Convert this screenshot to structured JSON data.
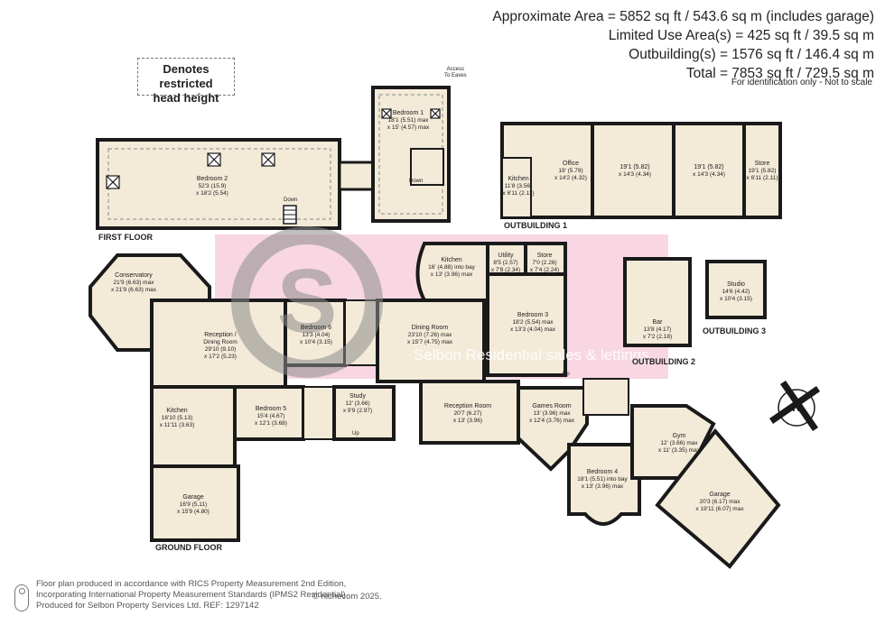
{
  "areas": [
    "Approximate Area = 5852 sq ft / 543.6 sq m (includes garage)",
    "Limited Use Area(s) = 425 sq ft / 39.5 sq m",
    "Outbuilding(s) = 1576 sq ft / 146.4 sq m",
    "Total = 7853 sq ft / 729.5 sq m"
  ],
  "identification_note": "For identification only - Not to scale",
  "restricted_key": [
    "Denotes restricted",
    "head height"
  ],
  "floor_labels": {
    "first": "FIRST FLOOR",
    "ground": "GROUND FLOOR",
    "outbuilding1": "OUTBUILDING 1",
    "outbuilding2": "OUTBUILDING 2",
    "outbuilding3": "OUTBUILDING 3"
  },
  "north": "N",
  "watermark": "Selbon Residential sales & lettings",
  "rooms": {
    "bedroom2": [
      "Bedroom 2",
      "52'3 (15.9)",
      "x 18'2 (5.54)"
    ],
    "bedroom1": [
      "Bedroom 1",
      "18'1 (5.51) max",
      "x 15' (4.57) max"
    ],
    "office": [
      "Office",
      "19' (5.79)",
      "x 14'2 (4.32)"
    ],
    "ob1_room2": [
      "19'1 (5.82)",
      "x 14'3 (4.34)"
    ],
    "ob1_room3": [
      "19'1 (5.82)",
      "x 14'3 (4.34)"
    ],
    "ob1_store": [
      "Store",
      "19'1 (5.82)",
      "x 6'11 (2.11)"
    ],
    "ob1_kitchen": [
      "Kitchen",
      "11'8 (3.56)",
      "x 6'11 (2.11)"
    ],
    "conservatory": [
      "Conservatory",
      "21'9 (6.63) max",
      "x 21'9 (6.63) max"
    ],
    "reception_dining": [
      "Reception /",
      "Dining Room",
      "29'10 (9.10)",
      "x 17'2 (5.23)"
    ],
    "bedroom6": [
      "Bedroom 6",
      "13'3 (4.04)",
      "x 10'4 (3.15)"
    ],
    "dining": [
      "Dining Room",
      "23'10 (7.26) max",
      "x 15'7 (4.75) max"
    ],
    "kitchen": [
      "Kitchen",
      "16' (4.88) into bay",
      "x 13' (3.96) max"
    ],
    "utility": [
      "Utility",
      "8'5 (2.57)",
      "x 7'8 (2.34)"
    ],
    "store": [
      "Store",
      "7'0 (2.26)",
      "x 7'4 (2.24)"
    ],
    "bedroom3": [
      "Bedroom 3",
      "18'2 (5.54) max",
      "x 13'3 (4.04) max"
    ],
    "bar": [
      "Bar",
      "13'8 (4.17)",
      "x 7'2 (2.18)"
    ],
    "studio": [
      "Studio",
      "14'6 (4.42)",
      "x 10'4 (3.15)"
    ],
    "gf_kitchen": [
      "Kitchen",
      "16'10 (5.13)",
      "x 11'11 (3.63)"
    ],
    "bedroom5": [
      "Bedroom 5",
      "15'4 (4.67)",
      "x 12'1 (3.68)"
    ],
    "study": [
      "Study",
      "12' (3.66)",
      "x 9'9 (2.97)"
    ],
    "reception_room": [
      "Reception Room",
      "20'7 (6.27)",
      "x 13' (3.96)"
    ],
    "games_room": [
      "Games Room",
      "13' (3.96) max",
      "x 12'4 (3.76) max"
    ],
    "gym": [
      "Gym",
      "12' (3.66) max",
      "x 11' (3.35) max"
    ],
    "bedroom4": [
      "Bedroom 4",
      "18'1 (5.51) into bay",
      "x 13' (3.96) max"
    ],
    "garage_right": [
      "Garage",
      "20'3 (6.17) max",
      "x 19'11 (6.07) max"
    ],
    "garage_left": [
      "Garage",
      "16'9 (5.11)",
      "x 15'9 (4.80)"
    ]
  },
  "small_labels": {
    "down_first": "Down",
    "down_bed1": "Down",
    "up_study": "Up",
    "up_games": "Up",
    "access": [
      "Access",
      "To Eaves"
    ]
  },
  "footer": [
    "Floor plan produced in accordance with RICS Property Measurement 2nd Edition,",
    "Incorporating International Property Measurement Standards (IPMS2 Residential).",
    "Produced for Selbon Property Services Ltd.   REF: 1297142"
  ],
  "copyright": "© nichecom 2025.",
  "colors": {
    "room_fill": "#f3ead8",
    "wall": "#1a1a1a",
    "watermark_pink": "#f6c9d8",
    "watermark_grey": "#8c8c8c"
  }
}
